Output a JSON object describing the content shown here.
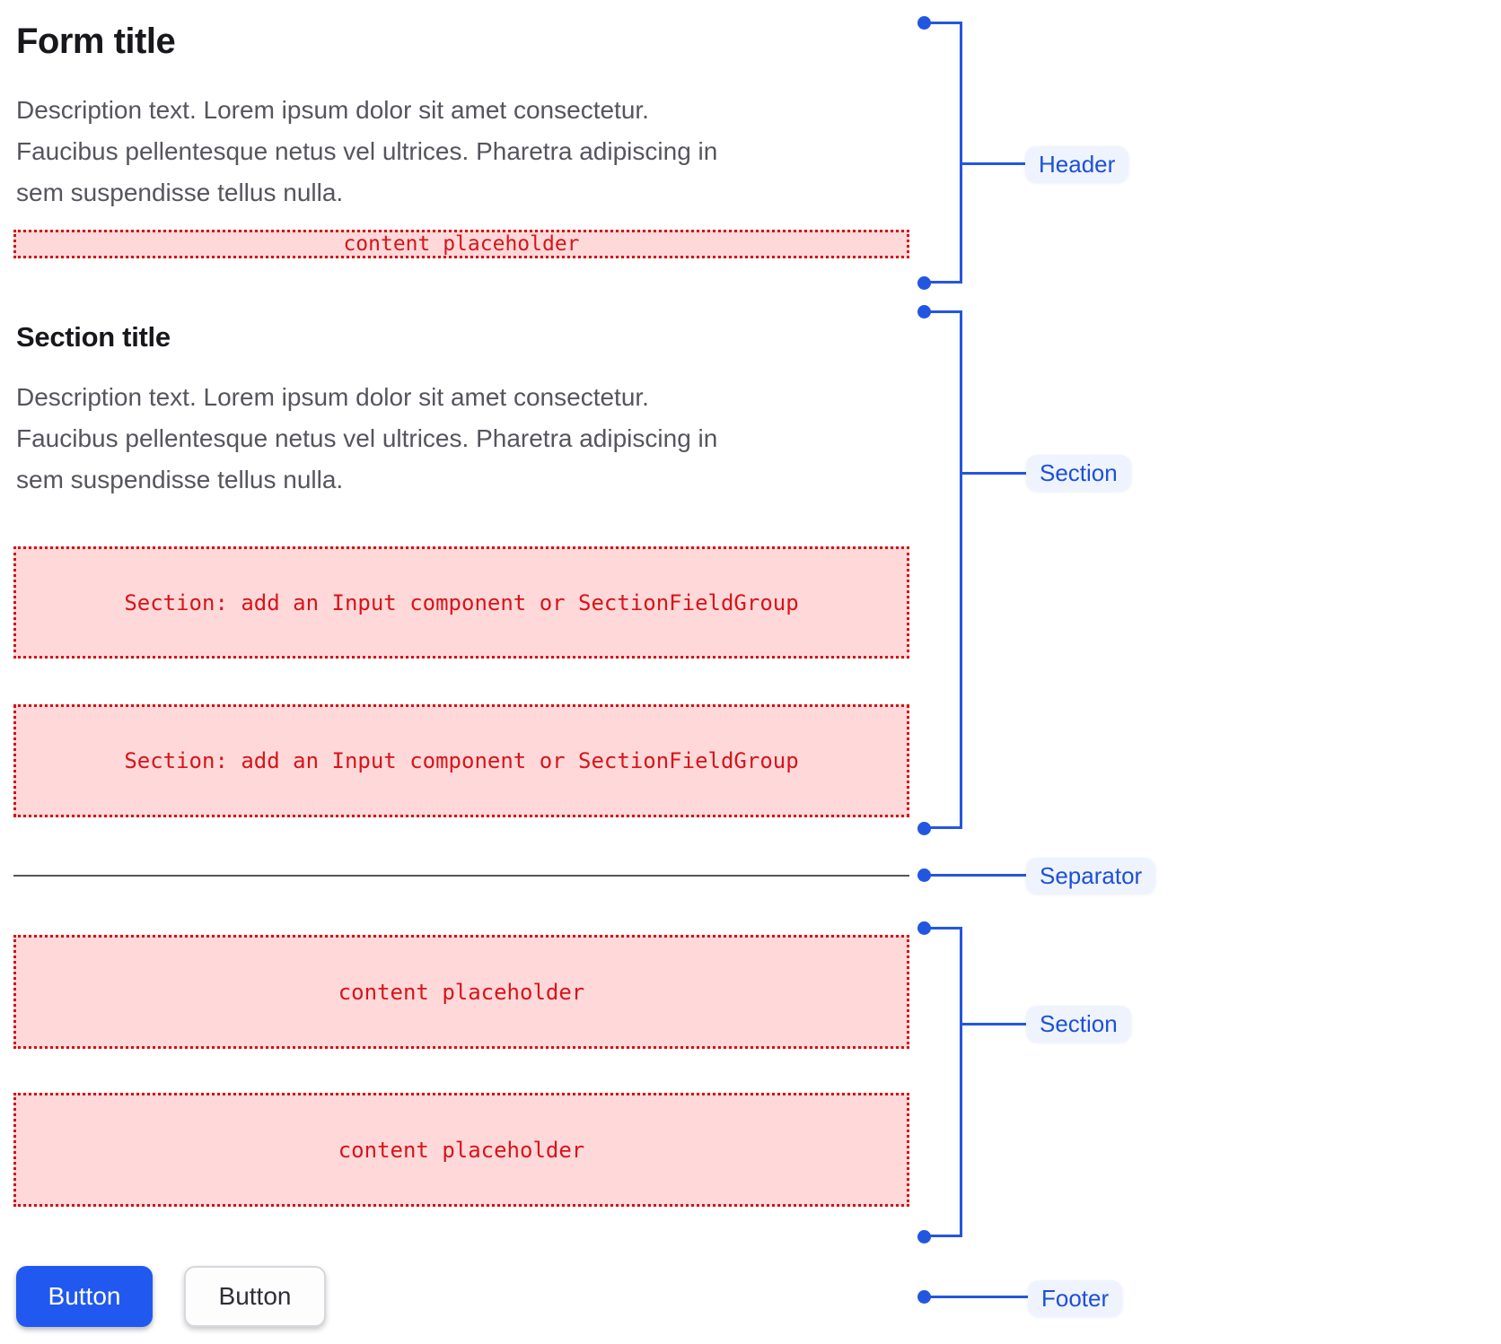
{
  "header": {
    "title": "Form title",
    "description_lines": [
      "Description text. Lorem ipsum dolor sit amet consectetur.",
      "Faucibus pellentesque netus vel ultrices. Pharetra adipiscing in",
      "sem suspendisse tellus nulla."
    ],
    "placeholder": "content placeholder"
  },
  "section_1": {
    "title": "Section title",
    "description_lines": [
      "Description text. Lorem ipsum dolor sit amet consectetur.",
      "Faucibus pellentesque netus vel ultrices. Pharetra adipiscing in",
      "sem suspendisse tellus nulla."
    ],
    "placeholders": [
      "Section: add an Input component or SectionFieldGroup",
      "Section: add an Input component or SectionFieldGroup"
    ]
  },
  "section_2": {
    "placeholders": [
      "content placeholder",
      "content placeholder"
    ]
  },
  "footer": {
    "buttons": [
      {
        "label": "Button",
        "variant": "primary"
      },
      {
        "label": "Button",
        "variant": "secondary"
      }
    ]
  },
  "annotations": {
    "header_label": "Header",
    "section_1_label": "Section",
    "separator_label": "Separator",
    "section_2_label": "Section",
    "footer_label": "Footer"
  },
  "colors": {
    "annotation_blue": "#2356e0",
    "annotation_label_bg": "#eef3fe",
    "annotation_label_text": "#1d50d6",
    "placeholder_bg": "#ffd9d9",
    "placeholder_border": "#d31216",
    "placeholder_text": "#d8131a",
    "title_text": "#17171c",
    "description_text": "#55555d",
    "separator_line": "#55545c",
    "primary_button_bg": "#2158f0",
    "primary_button_text": "#ffffff",
    "secondary_button_bg": "#fdfdfd",
    "secondary_button_text": "#2e2e36"
  }
}
